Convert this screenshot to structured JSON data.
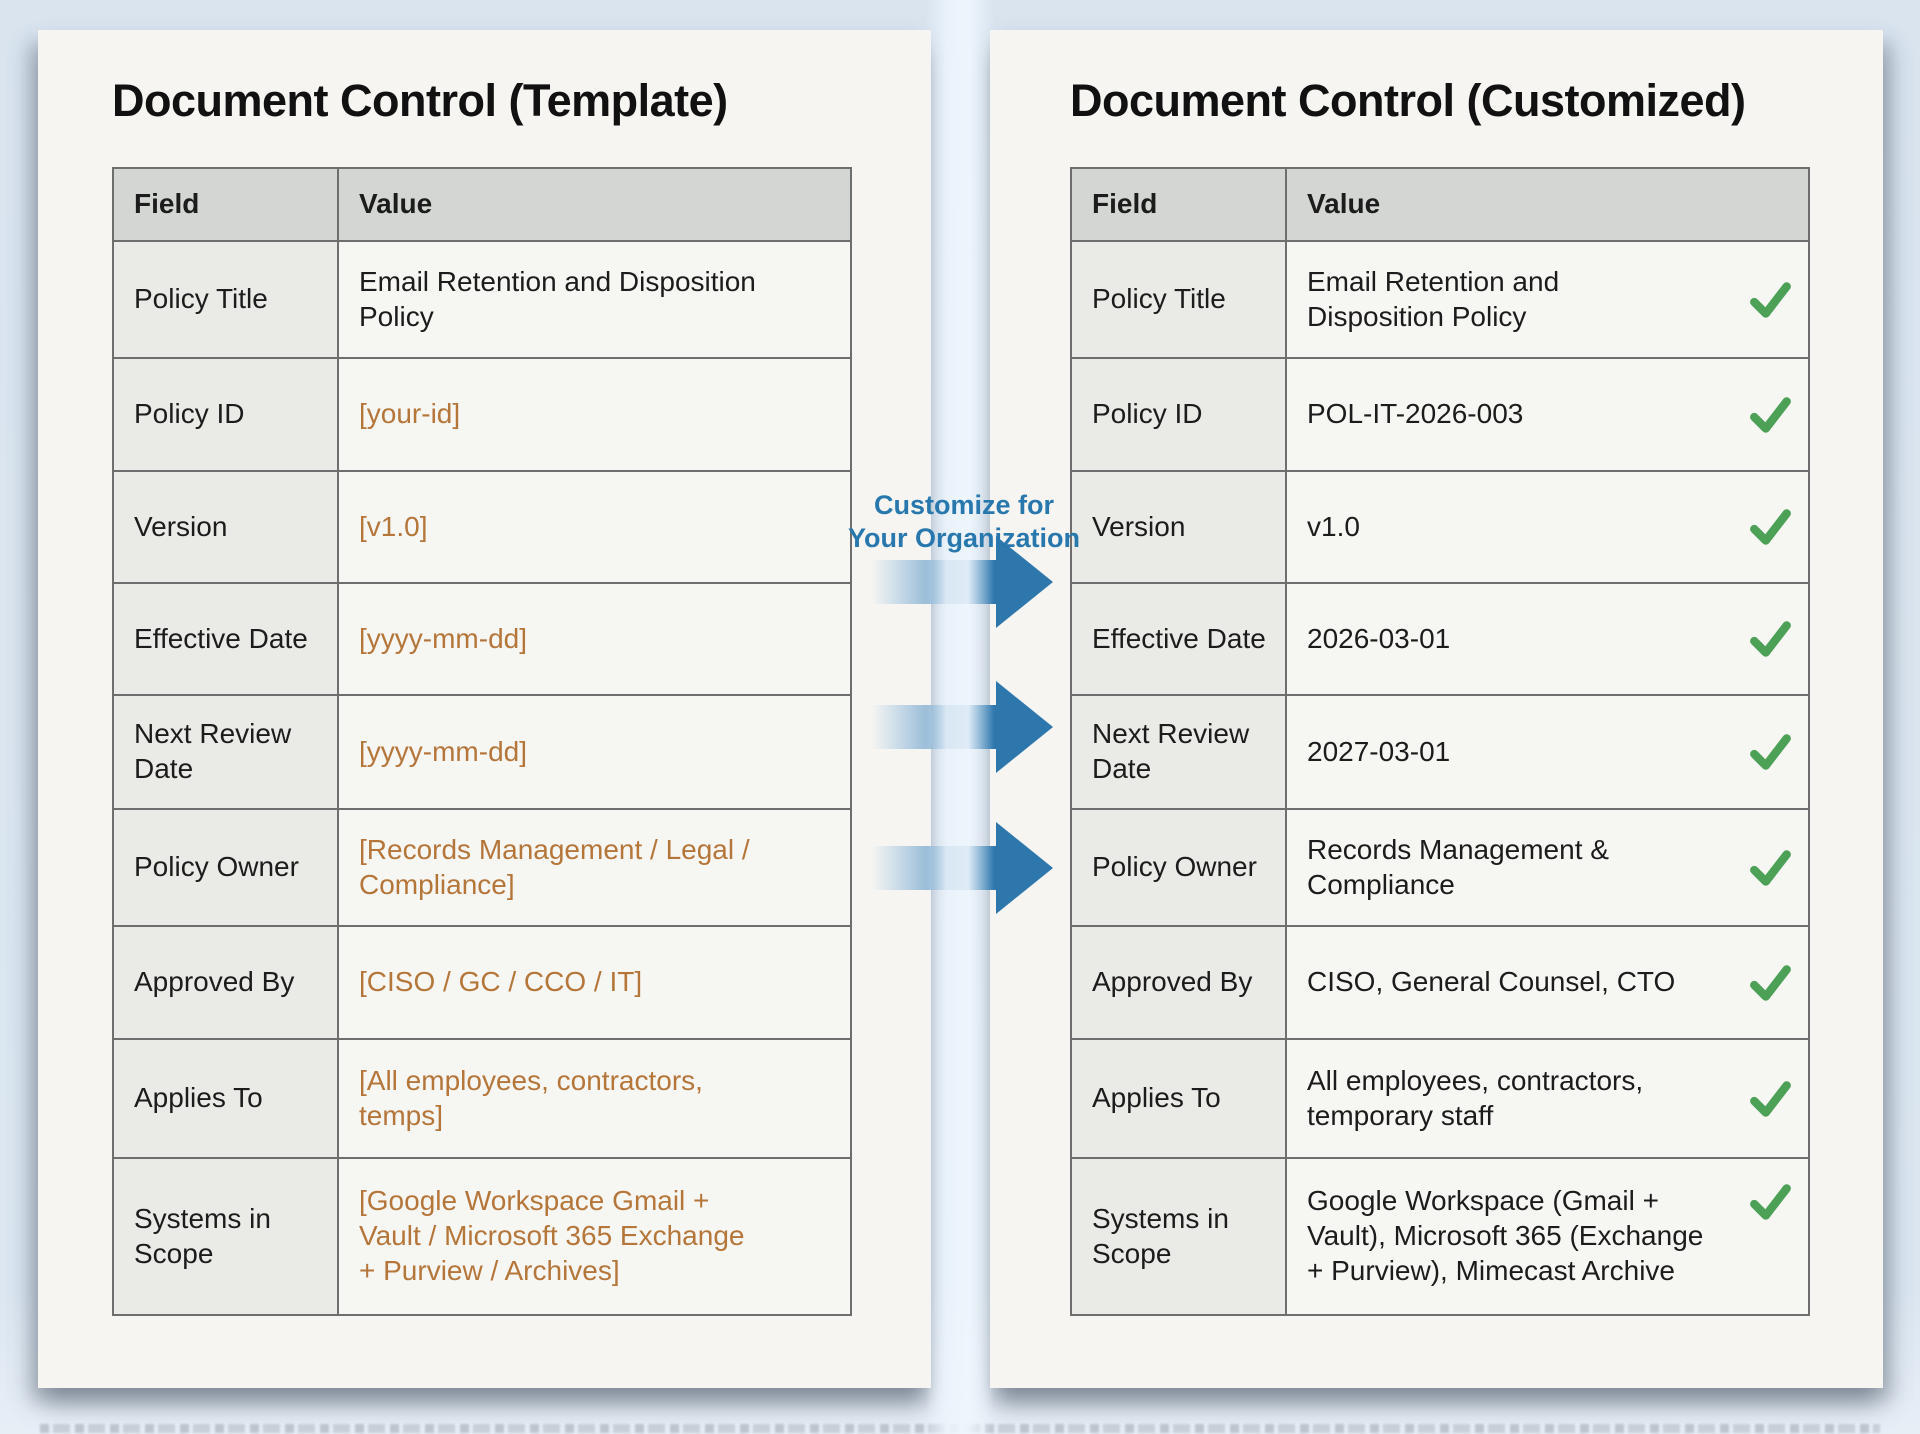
{
  "left_panel": {
    "title": "Document Control (Template)",
    "table": {
      "headers": {
        "field": "Field",
        "value": "Value"
      },
      "rows": [
        {
          "field": "Policy Title",
          "value": "Email Retention and Disposition\nPolicy"
        },
        {
          "field": "Policy ID",
          "value": "[your-id]"
        },
        {
          "field": "Version",
          "value": "[v1.0]"
        },
        {
          "field": "Effective Date",
          "value": "[yyyy-mm-dd]"
        },
        {
          "field": "Next Review\nDate",
          "value": "[yyyy-mm-dd]"
        },
        {
          "field": "Policy Owner",
          "value": "[Records Management / Legal /\nCompliance]"
        },
        {
          "field": "Approved By",
          "value": "[CISO / GC / CCO / IT]"
        },
        {
          "field": "Applies To",
          "value": "[All employees, contractors,\ntemps]"
        },
        {
          "field": "Systems in\nScope",
          "value": "[Google Workspace Gmail +\nVault / Microsoft 365 Exchange\n+ Purview / Archives]"
        }
      ]
    }
  },
  "connector": {
    "label_line1": "Customize for",
    "label_line2": "Your Organization"
  },
  "right_panel": {
    "title": "Document Control (Customized)",
    "table": {
      "headers": {
        "field": "Field",
        "value": "Value"
      },
      "rows": [
        {
          "field": "Policy Title",
          "value": "Email Retention and\nDisposition Policy",
          "checked": true
        },
        {
          "field": "Policy ID",
          "value": "POL-IT-2026-003",
          "checked": true
        },
        {
          "field": "Version",
          "value": "v1.0",
          "checked": true
        },
        {
          "field": "Effective Date",
          "value": "2026-03-01",
          "checked": true
        },
        {
          "field": "Next Review\nDate",
          "value": "2027-03-01",
          "checked": true
        },
        {
          "field": "Policy Owner",
          "value": "Records Management &\nCompliance",
          "checked": true
        },
        {
          "field": "Approved By",
          "value": "CISO, General Counsel, CTO",
          "checked": true
        },
        {
          "field": "Applies To",
          "value": "All employees, contractors,\ntemporary staff",
          "checked": true
        },
        {
          "field": "Systems in\nScope",
          "value": "Google Workspace (Gmail +\nVault), Microsoft 365 (Exchange\n+ Purview), Mimecast Archive",
          "checked": true
        }
      ]
    }
  },
  "colors": {
    "canvas_background": "#d9e4ef",
    "paper": "#f6f5f2",
    "table_header_gray": "#d3d6d2",
    "field_cell_gray": "#eaeae7",
    "border_gray": "#6e6e6e",
    "placeholder_orange": "#b5763a",
    "accent_blue": "#2878ae",
    "arrow_blue": "#2e77ad",
    "check_green": "#4ca157"
  }
}
